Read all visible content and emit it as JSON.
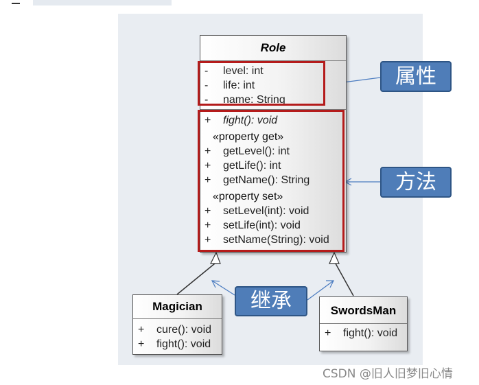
{
  "diagram": {
    "role": {
      "name": "Role",
      "attributes": [
        {
          "visibility": "-",
          "text": "level: int"
        },
        {
          "visibility": "-",
          "text": "life: int"
        },
        {
          "visibility": "-",
          "text": "name: String"
        }
      ],
      "abstract_method": {
        "visibility": "+",
        "text": "fight(): void"
      },
      "get_stereotype": "«property get»",
      "get_methods": [
        {
          "visibility": "+",
          "text": "getLevel(): int"
        },
        {
          "visibility": "+",
          "text": "getLife(): int"
        },
        {
          "visibility": "+",
          "text": "getName(): String"
        }
      ],
      "set_stereotype": "«property set»",
      "set_methods": [
        {
          "visibility": "+",
          "text": "setLevel(int): void"
        },
        {
          "visibility": "+",
          "text": "setLife(int): void"
        },
        {
          "visibility": "+",
          "text": "setName(String): void"
        }
      ]
    },
    "magician": {
      "name": "Magician",
      "methods": [
        {
          "visibility": "+",
          "text": "cure(): void"
        },
        {
          "visibility": "+",
          "text": "fight(): void"
        }
      ]
    },
    "swordsman": {
      "name": "SwordsMan",
      "methods": [
        {
          "visibility": "+",
          "text": "fight(): void"
        }
      ]
    },
    "callouts": {
      "attributes": "属性",
      "methods": "方法",
      "inheritance": "继承"
    }
  },
  "watermark": "CSDN @旧人旧梦旧心情",
  "colors": {
    "highlight": "#b41b1b",
    "callout_fill": "#4f7db8",
    "arrow": "#4a7bc0",
    "canvas": "#e9edf2"
  }
}
